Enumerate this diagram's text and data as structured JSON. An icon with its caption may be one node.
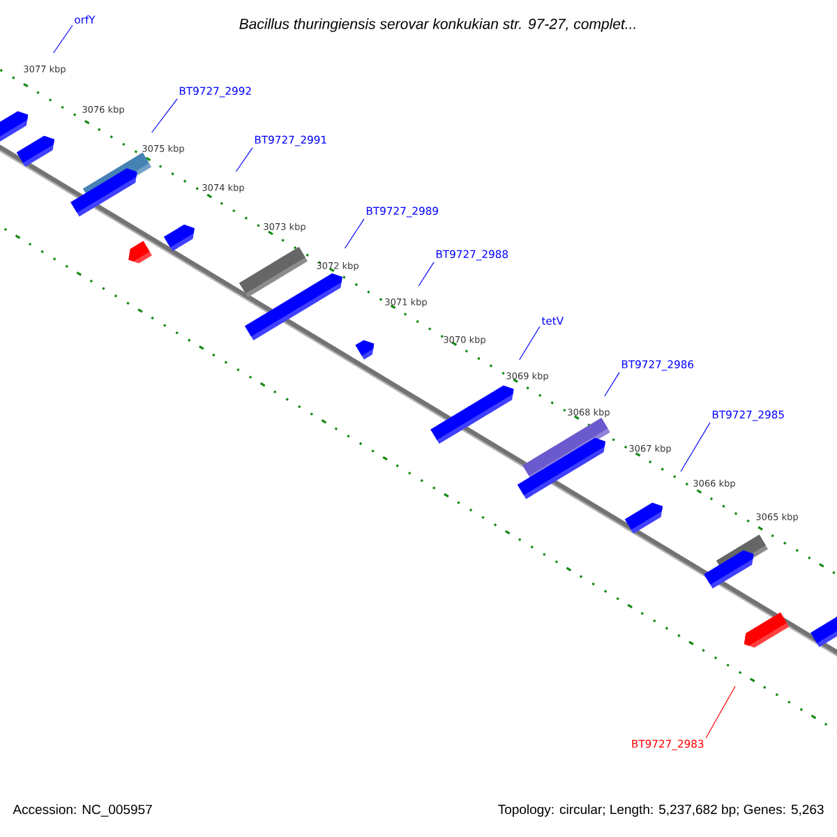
{
  "diagram": {
    "title": "Bacillus thuringiensis serovar konkukian str. 97-27, complet...",
    "nodes": [
      {
        "text": [
          "orfY"
        ]
      },
      {
        "text": [
          "BT9727_2992"
        ]
      },
      {
        "text": [
          "BT9727_2991"
        ]
      },
      {
        "text": [
          "BT9727_2989"
        ]
      },
      {
        "text": [
          "BT9727_2988"
        ]
      },
      {
        "text": [
          "tetV"
        ]
      },
      {
        "text": [
          "BT9727_2986"
        ]
      },
      {
        "text": [
          "BT9727_2985"
        ]
      },
      {
        "text": [
          "BT9727_2983"
        ]
      }
    ],
    "edges": [
      {
        "from": 0,
        "to": null,
        "arrow": "none"
      },
      {
        "from": 1,
        "to": null,
        "arrow": "none"
      },
      {
        "from": 2,
        "to": null,
        "arrow": "none"
      },
      {
        "from": 3,
        "to": null,
        "arrow": "none"
      },
      {
        "from": 4,
        "to": null,
        "arrow": "none"
      },
      {
        "from": 5,
        "to": null,
        "arrow": "none"
      },
      {
        "from": 6,
        "to": null,
        "arrow": "none"
      },
      {
        "from": 7,
        "to": null,
        "arrow": "none"
      },
      {
        "from": 8,
        "to": null,
        "arrow": "none",
        "color": "#ff0000"
      }
    ],
    "labels": [
      "3077 kbp",
      "3076 kbp",
      "3075 kbp",
      "3074 kbp",
      "3073 kbp",
      "3072 kbp",
      "3071 kbp",
      "3070 kbp",
      "3069 kbp",
      "3068 kbp",
      "3067 kbp",
      "3066 kbp",
      "3065 kbp",
      "Accession: NC_005957",
      "Topology: circular; Length: 5,237,682 bp; Genes: 5,263"
    ]
  }
}
